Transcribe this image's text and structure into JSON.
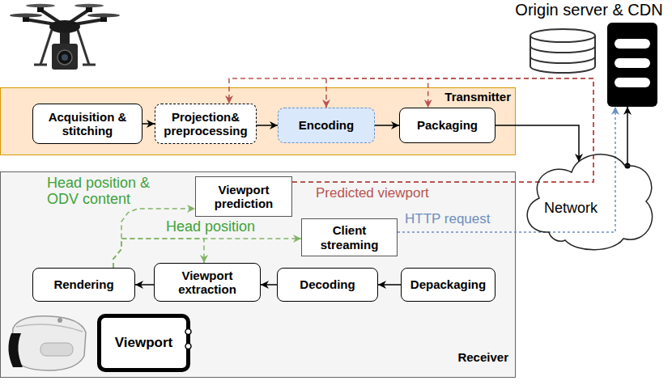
{
  "diagram": {
    "nodes": [
      {
        "text": [
          "Origin server & CDN"
        ]
      },
      {
        "text": [
          "Transmitter"
        ]
      },
      {
        "text": [
          "Acquisition & stitching"
        ],
        "in": 1
      },
      {
        "text": [
          "Projection& preprocessing"
        ],
        "in": 1
      },
      {
        "text": [
          "Encoding"
        ],
        "in": 1
      },
      {
        "text": [
          "Packaging"
        ],
        "in": 1
      },
      {
        "text": [
          "Network"
        ]
      },
      {
        "text": [
          "Receiver"
        ]
      },
      {
        "text": [
          "Viewport prediction"
        ],
        "in": 7
      },
      {
        "text": [
          "Client streaming"
        ],
        "in": 7
      },
      {
        "text": [
          "Rendering"
        ],
        "in": 7
      },
      {
        "text": [
          "Viewport extraction"
        ],
        "in": 7
      },
      {
        "text": [
          "Decoding"
        ],
        "in": 7
      },
      {
        "text": [
          "Depackaging"
        ],
        "in": 7
      },
      {
        "text": [
          "Viewport"
        ],
        "in": 7
      }
    ],
    "edges": [
      {
        "from": 2,
        "to": 3,
        "arrow": "to"
      },
      {
        "from": 3,
        "to": 4,
        "arrow": "to"
      },
      {
        "from": 4,
        "to": 5,
        "arrow": "to"
      },
      {
        "from": 5,
        "to": 6,
        "arrow": "to"
      },
      {
        "from": 6,
        "to": 0,
        "arrow": "to"
      },
      {
        "from": 8,
        "to": 3,
        "arrow": "to"
      },
      {
        "from": 8,
        "to": 4,
        "arrow": "to"
      },
      {
        "from": 8,
        "to": 5,
        "label": "Predicted viewport",
        "arrow": "to"
      },
      {
        "from": 9,
        "to": 0,
        "label": "HTTP request",
        "arrow": "to"
      },
      {
        "from": 13,
        "to": 12,
        "arrow": "to"
      },
      {
        "from": 12,
        "to": 11,
        "arrow": "to"
      },
      {
        "from": 11,
        "to": 10,
        "arrow": "to"
      },
      {
        "from": 10,
        "to": 8,
        "label": "Head position & ODV content",
        "arrow": "to"
      },
      {
        "from": 10,
        "to": 9,
        "label": "Head position",
        "arrow": "to"
      },
      {
        "from": 10,
        "to": 11,
        "arrow": "to"
      }
    ]
  }
}
